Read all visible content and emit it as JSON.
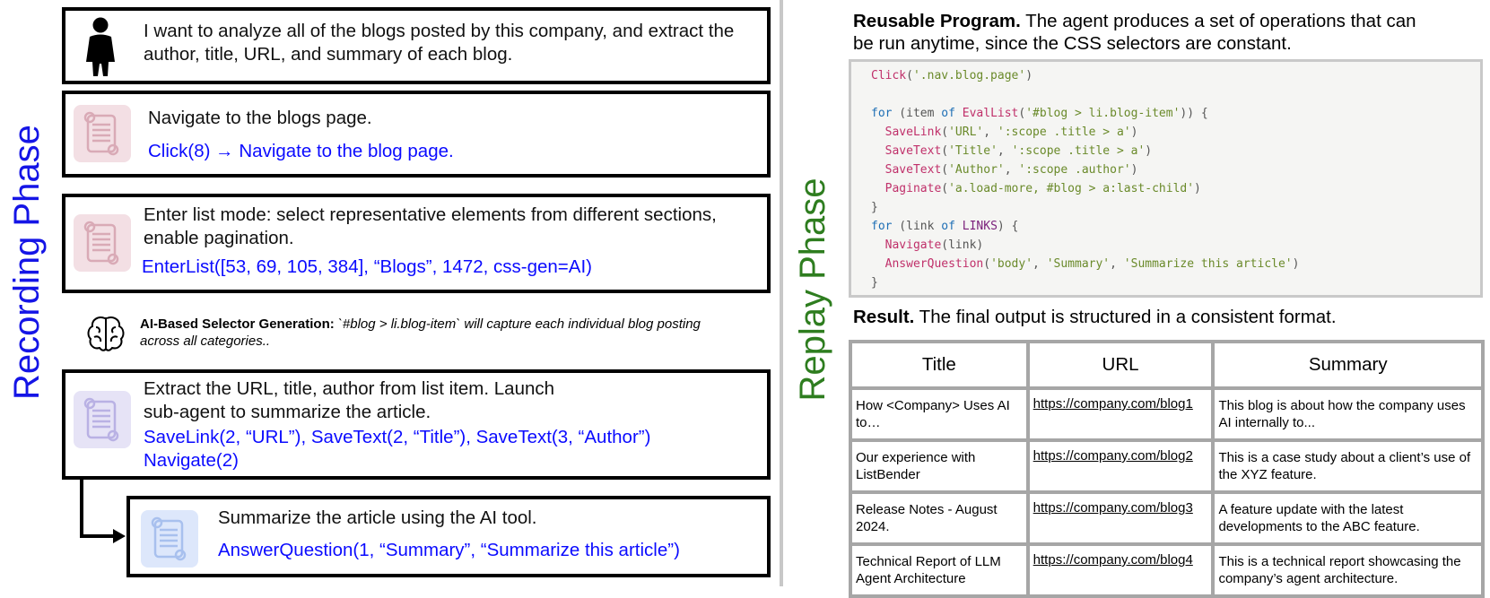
{
  "recording": {
    "phase_label": "Recording Phase",
    "user_request": "I want to analyze all of the blogs posted by this company, and extract the author, title, URL, and summary of each blog.",
    "step1": {
      "text": "Navigate to the blogs page.",
      "action": "Click(8) → Navigate to the blog page."
    },
    "step2": {
      "text_line1": "Enter list mode: select representative elements from different sections,",
      "text_line2": "enable pagination.",
      "action": "EnterList([53, 69, 105, 384], “Blogs”, 1472, css-gen=AI)"
    },
    "ai_note": {
      "label": "AI-Based Selector Generation:",
      "text_line1": "`#blog > li.blog-item` will capture each individual blog posting",
      "text_line2": "across all categories.."
    },
    "step3": {
      "text_line1": "Extract the URL, title, author from list item. Launch",
      "text_line2": "sub-agent to summarize the article.",
      "action_line1": "SaveLink(2, “URL”), SaveText(2, “Title”), SaveText(3, “Author”)",
      "action_line2": "Navigate(2)"
    },
    "step4": {
      "text": "Summarize the article using the AI tool.",
      "action": "AnswerQuestion(1, “Summary”, “Summarize this article”)"
    }
  },
  "replay": {
    "phase_label": "Replay Phase",
    "program_heading": "Reusable Program.",
    "program_desc_line1": " The agent produces a set of operations that can",
    "program_desc_line2": "be run anytime, since the CSS selectors are constant.",
    "code": {
      "l1_fn": "Click",
      "l1_arg": "'.nav.blog.page'",
      "l3_for": "for",
      "l3_item": "item",
      "l3_of": "of",
      "l3_fn": "EvalList",
      "l3_arg": "'#blog > li.blog-item'",
      "l4_fn": "SaveLink",
      "l4_a1": "'URL'",
      "l4_a2": "':scope .title > a'",
      "l5_fn": "SaveText",
      "l5_a1": "'Title'",
      "l5_a2": "':scope .title > a'",
      "l6_fn": "SaveText",
      "l6_a1": "'Author'",
      "l6_a2": "':scope .author'",
      "l7_fn": "Paginate",
      "l7_a1": "'a.load-more, #blog > a:last-child'",
      "l9_for": "for",
      "l9_link": "link",
      "l9_of": "of",
      "l9_const": "LINKS",
      "l10_fn": "Navigate",
      "l10_arg": "link",
      "l11_fn": "AnswerQuestion",
      "l11_a1": "'body'",
      "l11_a2": "'Summary'",
      "l11_a3": "'Summarize this article'"
    },
    "result_heading": "Result.",
    "result_desc": " The final output is structured in a consistent format.",
    "table": {
      "headers": [
        "Title",
        "URL",
        "Summary"
      ],
      "rows": [
        [
          "How <Company> Uses AI to…",
          "https://company.com/blog1",
          "This blog is about how the company uses AI internally to..."
        ],
        [
          "Our experience with ListBender",
          "https://company.com/blog2",
          "This is a case study about a client’s use of the XYZ feature."
        ],
        [
          "Release Notes - August 2024.",
          "https://company.com/blog3",
          "A feature update with the latest developments to the ABC feature."
        ],
        [
          "Technical Report of LLM Agent Architecture",
          "https://company.com/blog4",
          "This is a technical report showcasing the company’s agent architecture."
        ]
      ]
    }
  },
  "colors": {
    "recording_label": "#1515e6",
    "replay_label": "#2e7d1f",
    "action_text": "#0b0bff"
  }
}
